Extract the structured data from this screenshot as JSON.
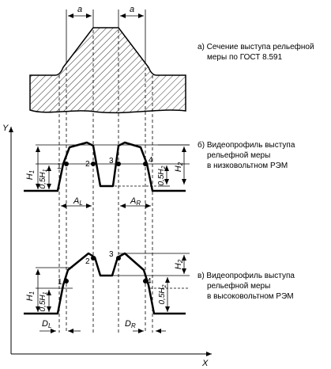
{
  "captions": {
    "a": [
      "а) Сечение выступа рельефной",
      "меры по ГОСТ 8.591"
    ],
    "b": [
      "б) Видеопрофиль выступа",
      "рельефной меры",
      "в низковольтном РЭМ"
    ],
    "c": [
      "в) Видеопрофиль выступа",
      "рельефной меры",
      "в высоковольтном РЭМ"
    ]
  },
  "axes": {
    "y": "Y",
    "x": "X"
  },
  "dims": {
    "a": "a",
    "H1": "H",
    "H1_sub": "1",
    "H2": "H",
    "H2_sub": "2",
    "half_H1": "0,5H",
    "half_H1_sub": "1",
    "half_H2": "0,5H",
    "half_H2_sub": "2",
    "AL": "A",
    "AL_sub": "L",
    "AR": "A",
    "AR_sub": "R",
    "DL": "D",
    "DL_sub": "L",
    "DR": "D",
    "DR_sub": "R"
  },
  "points": [
    "1",
    "2",
    "3",
    "4"
  ]
}
